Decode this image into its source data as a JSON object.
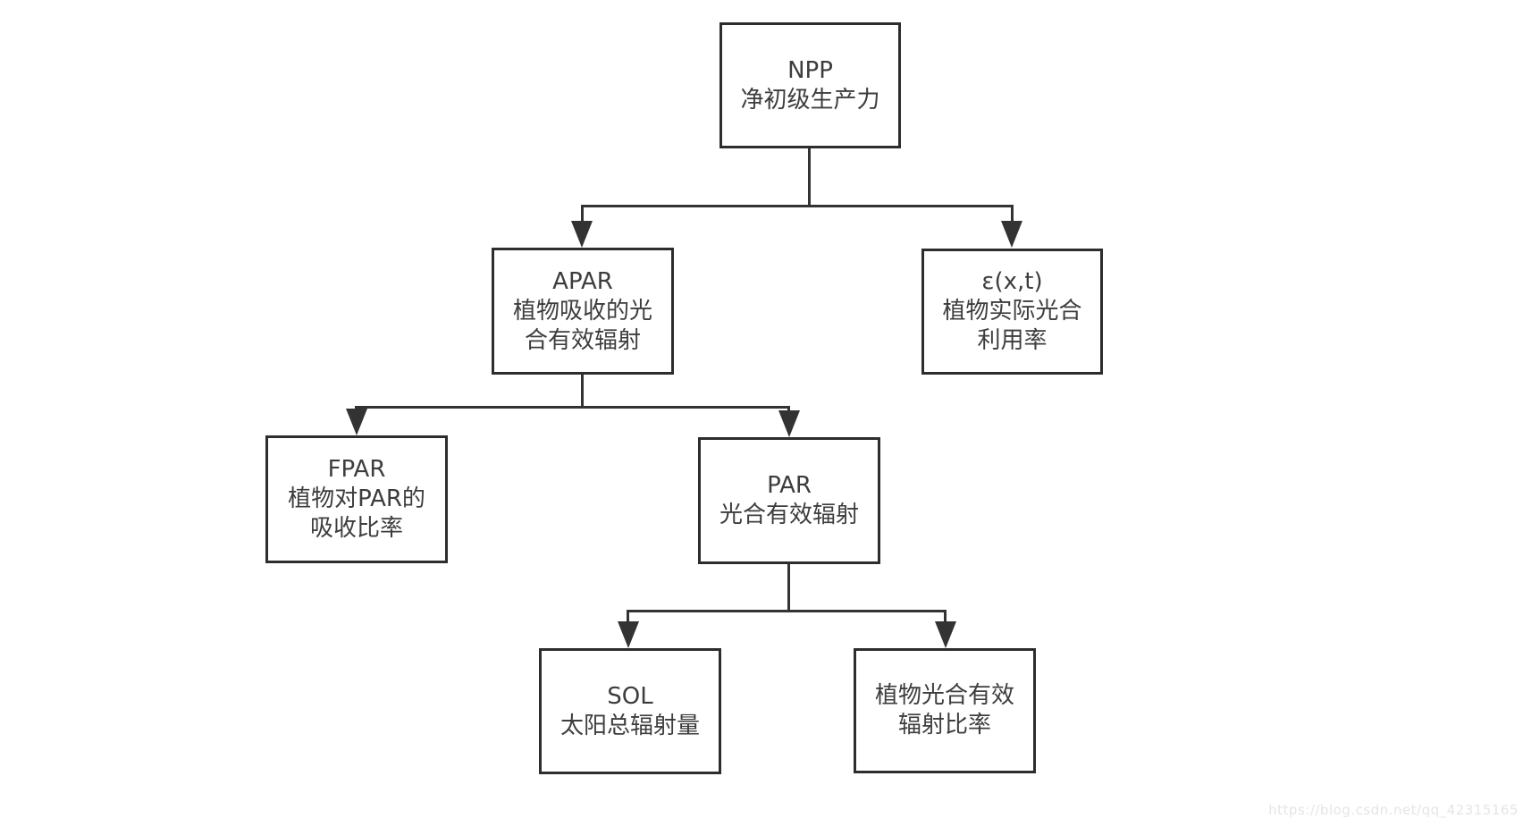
{
  "page": {
    "title": "NPP estimation factor decomposition flowchart",
    "background": "#ffffff",
    "watermark": "https://blog.csdn.net/qq_42315165"
  },
  "diagram": {
    "type": "flowchart-tree",
    "colors": {
      "line": "#333333",
      "box_border": "#2d2d2d",
      "text": "#3d3d3d",
      "watermark": "#e5e5e8",
      "background": "#ffffff"
    },
    "nodes": [
      {
        "id": "npp",
        "parent": null,
        "lines": [
          "NPP",
          "净初级生产力"
        ]
      },
      {
        "id": "apar",
        "parent": "npp",
        "lines": [
          "APAR",
          "植物吸收的光",
          "合有效辐射"
        ]
      },
      {
        "id": "epsilon",
        "parent": "npp",
        "lines": [
          "ε(x,t)",
          "植物实际光合",
          "利用率"
        ]
      },
      {
        "id": "fpar",
        "parent": "apar",
        "lines": [
          "FPAR",
          "植物对PAR的",
          "吸收比率"
        ]
      },
      {
        "id": "par",
        "parent": "apar",
        "lines": [
          "PAR",
          "光合有效辐射"
        ]
      },
      {
        "id": "sol",
        "parent": "par",
        "lines": [
          "SOL",
          "太阳总辐射量"
        ]
      },
      {
        "id": "par-ratio",
        "parent": "par",
        "lines": [
          "植物光合有效",
          "辐射比率"
        ]
      }
    ]
  }
}
